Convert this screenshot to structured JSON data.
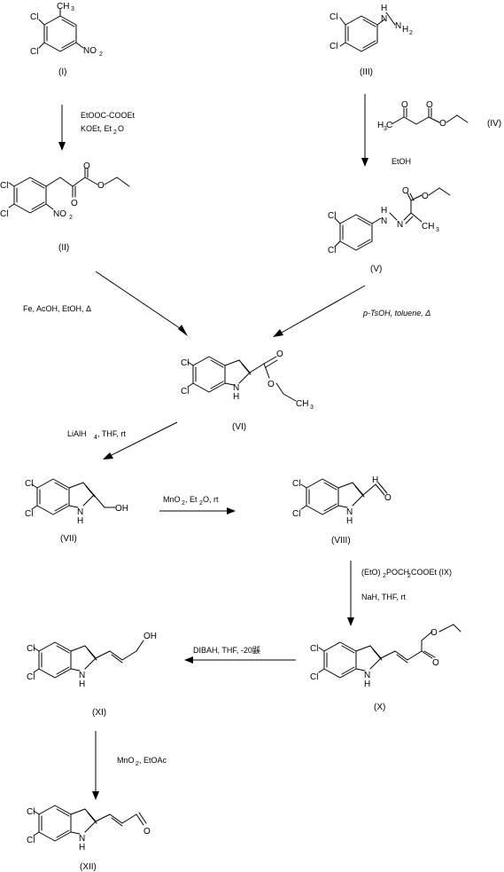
{
  "labels": {
    "I": "(I)",
    "II": "(II)",
    "III": "(III)",
    "IV": "(IV)",
    "V": "(V)",
    "VI": "(VI)",
    "VII": "(VII)",
    "VIII": "(VIII)",
    "IX": "(IX)",
    "X": "(X)",
    "XI": "(XI)",
    "XII": "(XII)"
  },
  "conditions": {
    "I_to_II_line1": "EtOOC-COOEt",
    "I_to_II_line2a": "KOEt, Et",
    "I_to_II_line2b": "2",
    "I_to_II_line2c": "O",
    "III_to_V": "EtOH",
    "II_to_VI": "Fe, AcOH, EtOH, Δ",
    "V_to_VI": "p-TsOH, toluene, Δ",
    "VI_to_VII_a": "LiAlH",
    "VI_to_VII_b": "4",
    "VI_to_VII_c": ", THF, rt",
    "VII_to_VIII_a": "MnO",
    "VII_to_VIII_b": "2",
    "VII_to_VIII_c": ", Et",
    "VII_to_VIII_d": "2",
    "VII_to_VIII_e": "O, rt",
    "VIII_to_X_line1a": "(EtO)",
    "VIII_to_X_line1b": "2",
    "VIII_to_X_line1c": "POCH",
    "VIII_to_X_line1d": "2",
    "VIII_to_X_line1e": "COOEt  (IX)",
    "VIII_to_X_line2": "NaH, THF, rt",
    "X_to_XI": "DIBAH, THF, -20鼷",
    "XI_to_XII_a": "MnO",
    "XI_to_XII_b": "2",
    "XI_to_XII_c": ", EtOAc"
  },
  "atoms": {
    "Cl": "Cl",
    "N": "N",
    "H": "H",
    "NH": "NH",
    "O": "O",
    "OH": "OH",
    "CH3": "CH",
    "sub3": "3",
    "NO2": "NO",
    "sub2": "2",
    "H3C": "H",
    "C": "C"
  }
}
